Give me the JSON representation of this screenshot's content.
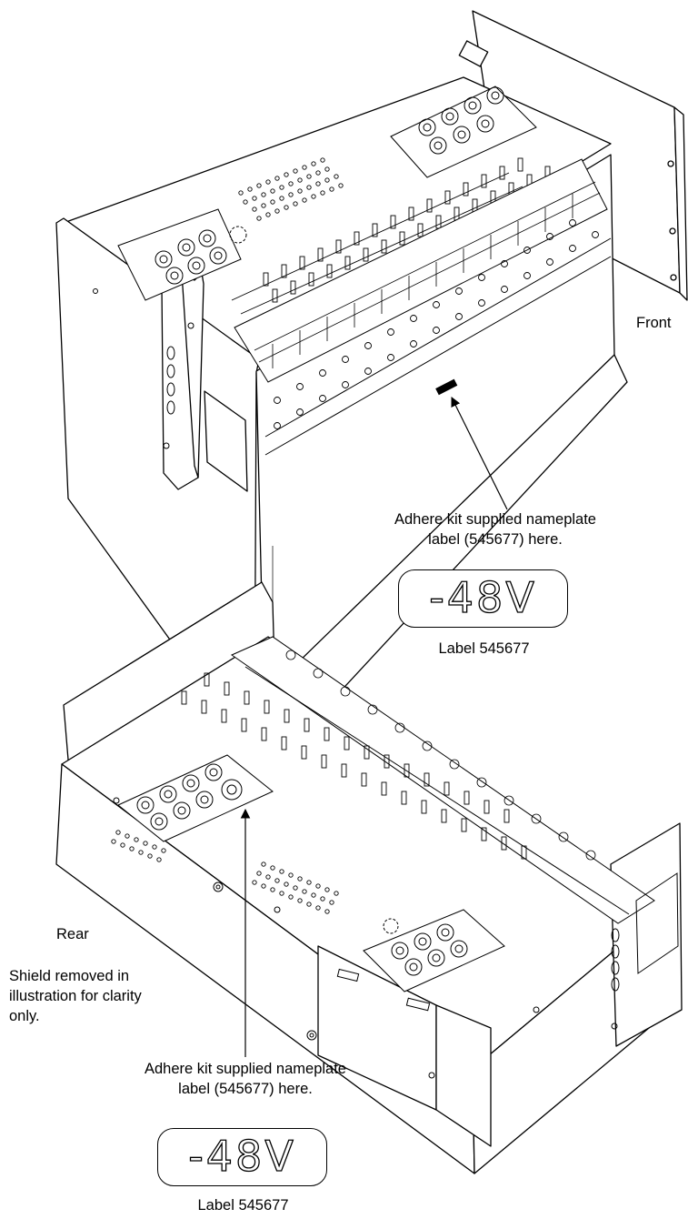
{
  "labels": {
    "front": "Front",
    "rear": "Rear",
    "adhere_top_line1": "Adhere kit supplied nameplate",
    "adhere_top_line2": "label (545677) here.",
    "adhere_bottom_line1": "Adhere kit supplied nameplate",
    "adhere_bottom_line2": "label (545677) here.",
    "shield_note_line1": "Shield removed in",
    "shield_note_line2": "illustration for clarity",
    "shield_note_line3": "only."
  },
  "plate_top": {
    "text": "-48V",
    "caption": "Label 545677"
  },
  "plate_bottom": {
    "text": "-48V",
    "caption": "Label 545677"
  }
}
